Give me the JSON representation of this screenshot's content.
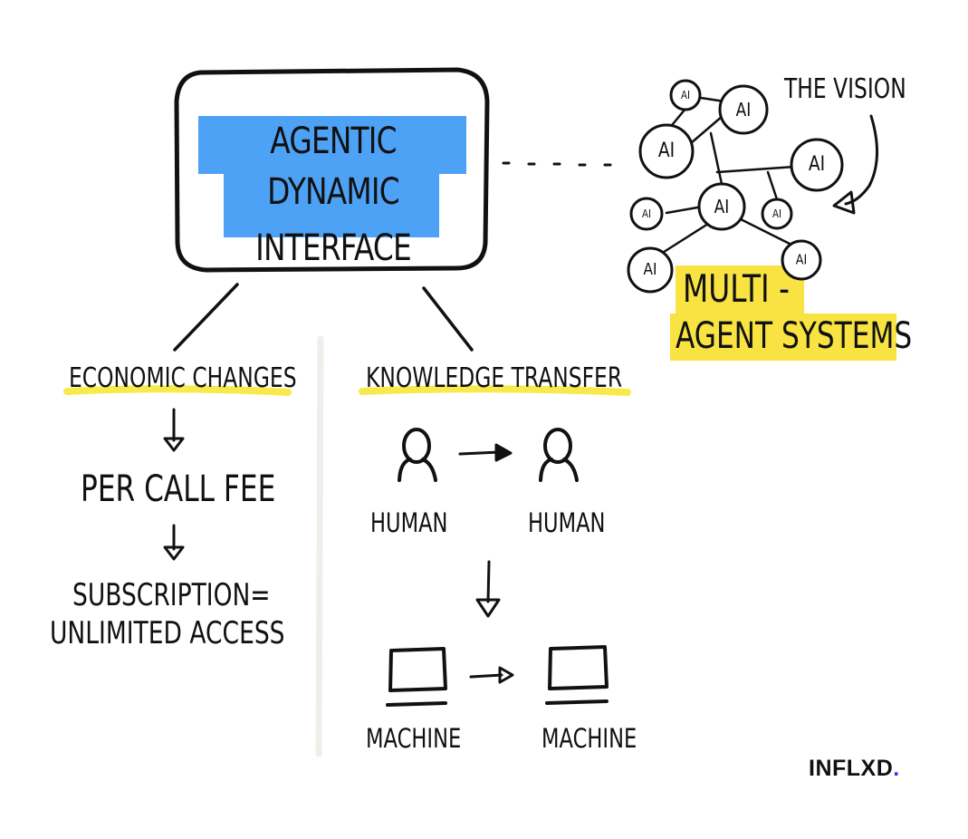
{
  "colors": {
    "title_highlight": "#4ea2f6",
    "heading_highlight": "#f7ea4a",
    "multi_agent_highlight": "#f8e342",
    "ink": "#111111",
    "divider": "#efefea",
    "logo_dot": "#2a3cf0"
  },
  "main_box": {
    "title_line1": "AGENTIC DYNAMIC",
    "title_line2": "INTERFACE"
  },
  "vision": {
    "label": "THE VISION",
    "node_label": "AI",
    "multi_line1": "MULTI -",
    "multi_line2": "AGENT SYSTEMS"
  },
  "economic": {
    "heading": "ECONOMIC CHANGES",
    "step1": "PER CALL FEE",
    "step2_line1": "SUBSCRIPTION=",
    "step2_line2": "UNLIMITED ACCESS"
  },
  "knowledge": {
    "heading": "KNOWLEDGE TRANSFER",
    "human_left": "HUMAN",
    "human_right": "HUMAN",
    "machine_left": "MACHINE",
    "machine_right": "MACHINE"
  },
  "logo": {
    "text": "INFLXD",
    "dot": "."
  }
}
